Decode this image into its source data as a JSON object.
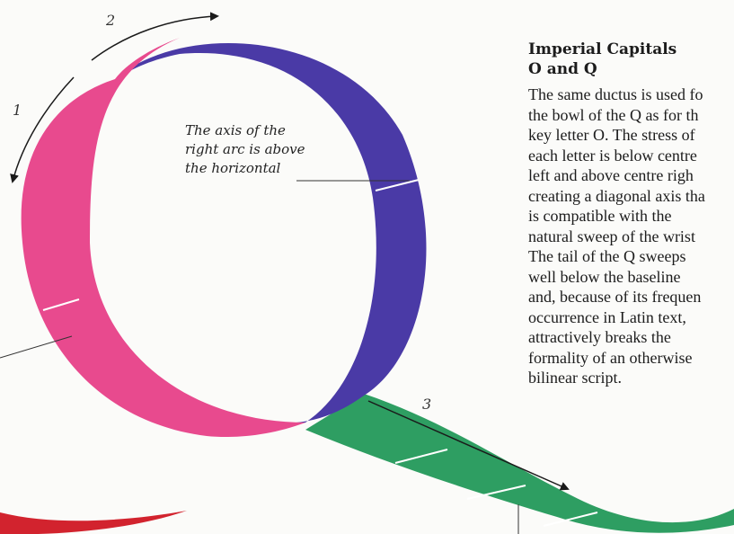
{
  "diagram": {
    "step_labels": [
      "1",
      "2",
      "3"
    ],
    "annotation_lines": [
      "The axis of the",
      "right arc is above",
      "the horizontal"
    ],
    "colors": {
      "stroke_1": "#e84a8e",
      "stroke_2": "#4a3aa6",
      "stroke_3": "#2e9e62",
      "fragment": "#d2232e",
      "arrows": "#1a1a1a",
      "background": "#fbfbf9"
    }
  },
  "text_block": {
    "title_lines": [
      "Imperial Capitals",
      "O and Q"
    ],
    "body_lines": [
      "The same ductus is used fo",
      "the bowl of the Q as for th",
      "key letter O. The stress of",
      "each letter is below centre",
      "left and above centre righ",
      "creating a diagonal axis tha",
      "is compatible with the",
      "natural sweep of the wrist",
      "The tail of the Q sweeps",
      "well below the baseline",
      "and, because of its frequen",
      "occurrence in Latin text,",
      "attractively breaks the",
      "formality of an otherwise",
      "bilinear script."
    ]
  }
}
